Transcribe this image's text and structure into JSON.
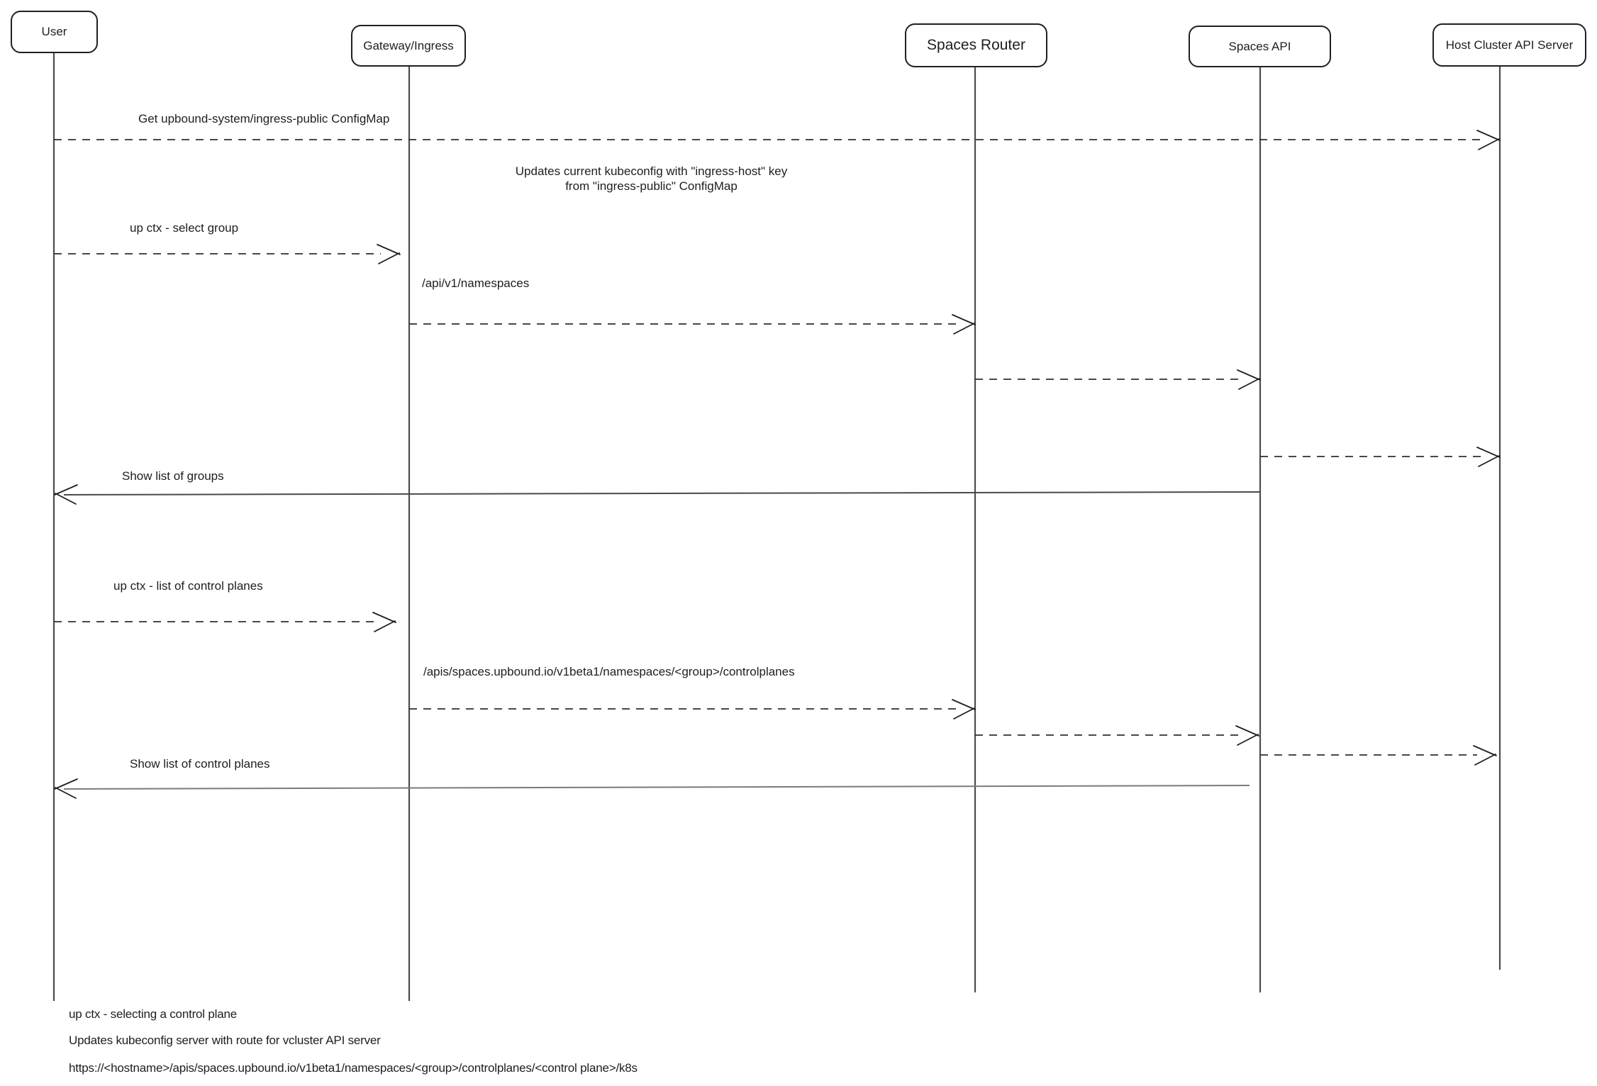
{
  "diagram": {
    "actors": [
      {
        "label": "User"
      },
      {
        "label": "Gateway/Ingress"
      },
      {
        "label": "Spaces Router"
      },
      {
        "label": "Spaces API"
      },
      {
        "label": "Host Cluster API Server"
      }
    ],
    "messages": [
      {
        "label": "Get upbound-system/ingress-public ConfigMap",
        "from": "User",
        "to": "Host Cluster API Server",
        "style": "dashed"
      },
      {
        "label": "up ctx - select group",
        "from": "User",
        "to": "Gateway/Ingress",
        "style": "dashed"
      },
      {
        "label": "/api/v1/namespaces",
        "from": "Gateway/Ingress",
        "to": "Spaces Router",
        "style": "dashed"
      },
      {
        "label": "",
        "from": "Spaces Router",
        "to": "Spaces API",
        "style": "dashed"
      },
      {
        "label": "",
        "from": "Spaces API",
        "to": "Host Cluster API Server",
        "style": "dashed"
      },
      {
        "label": "Show list of groups",
        "from": "Spaces API",
        "to": "User",
        "style": "solid"
      },
      {
        "label": "up ctx - list of control planes",
        "from": "User",
        "to": "Gateway/Ingress",
        "style": "dashed"
      },
      {
        "label": "/apis/spaces.upbound.io/v1beta1/namespaces/<group>/controlplanes",
        "from": "Gateway/Ingress",
        "to": "Spaces Router",
        "style": "dashed"
      },
      {
        "label": "",
        "from": "Spaces Router",
        "to": "Spaces API",
        "style": "dashed"
      },
      {
        "label": "",
        "from": "Spaces API",
        "to": "Host Cluster API Server",
        "style": "dashed"
      },
      {
        "label": "Show list of control planes",
        "from": "Spaces API",
        "to": "User",
        "style": "solid"
      }
    ],
    "note": {
      "line1": "Updates current kubeconfig with \"ingress-host\" key",
      "line2": "from \"ingress-public\" ConfigMap"
    },
    "footnotes": [
      {
        "text": "up ctx - selecting a control plane"
      },
      {
        "text": "Updates kubeconfig server with route for vcluster API server"
      },
      {
        "text": "https://<hostname>/apis/spaces.upbound.io/v1beta1/namespaces/<group>/controlplanes/<control plane>/k8s"
      }
    ],
    "colors": {
      "line": "#2f2f2f",
      "lifeline": "#4d4d4d",
      "text": "#1e1e1e",
      "background": "#ffffff"
    }
  }
}
